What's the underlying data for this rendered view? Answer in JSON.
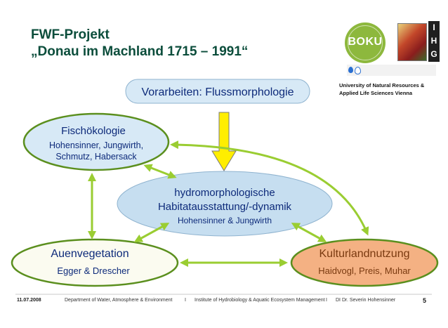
{
  "title": {
    "line1": "FWF-Projekt",
    "line2": "„Donau im Machland 1715 – 1991“"
  },
  "logos": {
    "boku": "BOKU",
    "ihg": [
      "I",
      "H",
      "G"
    ]
  },
  "university": {
    "line1": "University of Natural Resources &",
    "line2": "Applied Life Sciences Vienna"
  },
  "nodes": {
    "vorarbeiten": {
      "title": "Vorarbeiten: Flussmorphologie"
    },
    "fisch": {
      "title": "Fischökologie",
      "people1": "Hohensinner, Jungwirth,",
      "people2": "Schmutz, Habersack"
    },
    "hydro": {
      "title1": "hydromorphologische",
      "title2": "Habitatausstattung/-dynamik",
      "people": "Hohensinner & Jungwirth"
    },
    "auen": {
      "title": "Auenvegetation",
      "people": "Egger & Drescher"
    },
    "kultur": {
      "title": "Kulturlandnutzung",
      "people": "Haidvogl, Preis, Muhar"
    }
  },
  "footer": {
    "date": "11.07.2008",
    "dept": "Department of Water, Atmosphere & Environment",
    "sep1": "I",
    "inst": "Institute of Hydrobiology & Aquatic Ecosystem Management",
    "sep2": "I",
    "author": "DI Dr. Severin Hohensinner",
    "page": "5"
  },
  "colors": {
    "title": "#0b4d3b",
    "node_text": "#0d2a7a",
    "node_fill": "#d7e9f6",
    "hydro_fill": "#c6def0",
    "fisch_border": "#5b8f1e",
    "auen_border": "#5b8f1e",
    "auen_fill": "#fbfbf0",
    "kultur_fill": "#f4b183",
    "kultur_text": "#7a3a10",
    "arrow": "#9acd32",
    "yellow_arrow": "#ffee00"
  }
}
